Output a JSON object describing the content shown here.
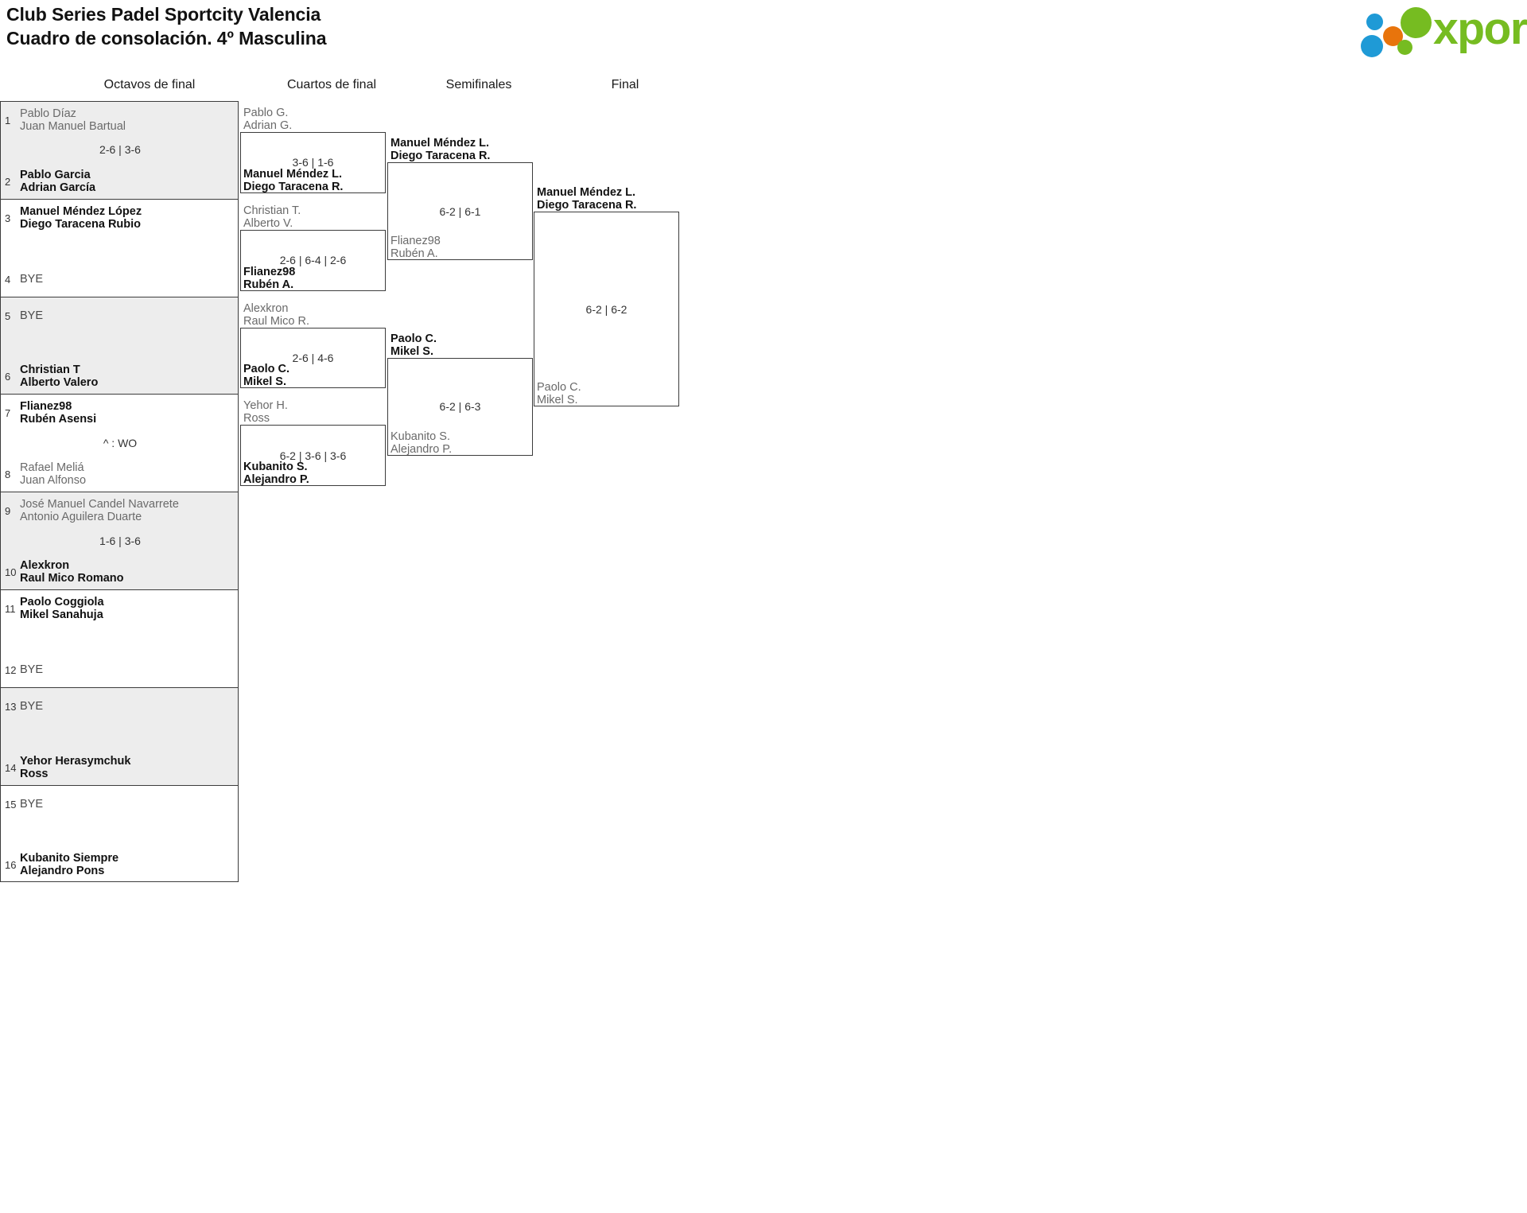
{
  "header": {
    "title_line1": "Club Series Padel Sportcity Valencia",
    "title_line2": "Cuadro de consolación. 4º Masculina",
    "logo_text": "xporty",
    "logo_colors": {
      "blue": "#1f9ad6",
      "orange": "#e8740c",
      "green": "#76bc21"
    }
  },
  "rounds": [
    {
      "label": "Octavos de final"
    },
    {
      "label": "Cuartos de final"
    },
    {
      "label": "Semifinales"
    },
    {
      "label": "Final"
    }
  ],
  "round1": {
    "slots": [
      {
        "seed": "1",
        "line1": "Pablo Díaz",
        "line2": "Juan Manuel Bartual",
        "status": "loser"
      },
      {
        "seed": "2",
        "line1": "Pablo Garcia",
        "line2": "Adrian García",
        "status": "winner"
      },
      {
        "seed": "3",
        "line1": "Manuel Méndez López",
        "line2": "Diego Taracena Rubio",
        "status": "winner"
      },
      {
        "seed": "4",
        "line1": "BYE",
        "line2": "",
        "status": "bye"
      },
      {
        "seed": "5",
        "line1": "BYE",
        "line2": "",
        "status": "bye"
      },
      {
        "seed": "6",
        "line1": "Christian T",
        "line2": "Alberto Valero",
        "status": "winner"
      },
      {
        "seed": "7",
        "line1": "Flianez98",
        "line2": "Rubén Asensi",
        "status": "winner"
      },
      {
        "seed": "8",
        "line1": "Rafael Meliá",
        "line2": "Juan Alfonso",
        "status": "loser"
      },
      {
        "seed": "9",
        "line1": "José Manuel Candel Navarrete",
        "line2": "Antonio Aguilera Duarte",
        "status": "loser"
      },
      {
        "seed": "10",
        "line1": "Alexkron",
        "line2": "Raul Mico Romano",
        "status": "winner"
      },
      {
        "seed": "11",
        "line1": "Paolo Coggiola",
        "line2": "Mikel Sanahuja",
        "status": "winner"
      },
      {
        "seed": "12",
        "line1": "BYE",
        "line2": "",
        "status": "bye"
      },
      {
        "seed": "13",
        "line1": "BYE",
        "line2": "",
        "status": "bye"
      },
      {
        "seed": "14",
        "line1": "Yehor Herasymchuk",
        "line2": "Ross",
        "status": "winner"
      },
      {
        "seed": "15",
        "line1": "BYE",
        "line2": "",
        "status": "bye"
      },
      {
        "seed": "16",
        "line1": "Kubanito Siempre",
        "line2": "Alejandro Pons",
        "status": "winner"
      }
    ],
    "scores": [
      "2-6 | 3-6",
      "",
      "",
      "^ : WO",
      "1-6 | 3-6",
      "",
      "",
      ""
    ]
  },
  "round2": {
    "entrants": [
      {
        "line1": "Pablo G.",
        "line2": "Adrian G.",
        "status": "loser"
      },
      {
        "line1": "Manuel Méndez L.",
        "line2": "Diego Taracena R.",
        "status": "winner"
      },
      {
        "line1": "Christian T.",
        "line2": "Alberto V.",
        "status": "loser"
      },
      {
        "line1": "Flianez98",
        "line2": "Rubén A.",
        "status": "winner"
      },
      {
        "line1": "Alexkron",
        "line2": "Raul Mico R.",
        "status": "loser"
      },
      {
        "line1": "Paolo C.",
        "line2": "Mikel S.",
        "status": "winner"
      },
      {
        "line1": "Yehor H.",
        "line2": "Ross",
        "status": "loser"
      },
      {
        "line1": "Kubanito S.",
        "line2": "Alejandro P.",
        "status": "winner"
      }
    ],
    "scores": [
      "3-6 | 1-6",
      "2-6 | 6-4 | 2-6",
      "2-6 | 4-6",
      "6-2 | 3-6 | 3-6"
    ]
  },
  "round3": {
    "entrants": [
      {
        "line1": "Manuel Méndez L.",
        "line2": "Diego Taracena R.",
        "status": "winner"
      },
      {
        "line1": "Flianez98",
        "line2": "Rubén A.",
        "status": "loser"
      },
      {
        "line1": "Paolo C.",
        "line2": "Mikel S.",
        "status": "winner"
      },
      {
        "line1": "Kubanito S.",
        "line2": "Alejandro P.",
        "status": "loser"
      }
    ],
    "scores": [
      "6-2 | 6-1",
      "6-2 | 6-3"
    ]
  },
  "round4": {
    "entrants": [
      {
        "line1": "Manuel Méndez L.",
        "line2": "Diego Taracena R.",
        "status": "winner"
      },
      {
        "line1": "Paolo C.",
        "line2": "Mikel S.",
        "status": "loser"
      }
    ],
    "scores": [
      "6-2 | 6-2"
    ]
  }
}
